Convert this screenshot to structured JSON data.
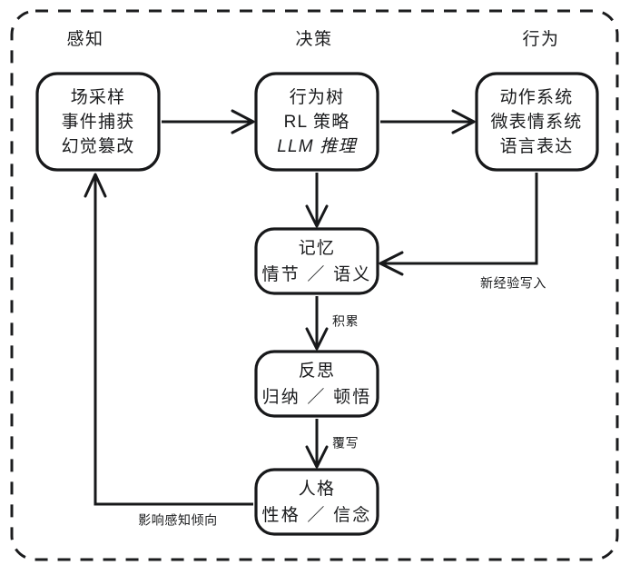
{
  "diagram": {
    "title_visible": false,
    "frame": {
      "style": "dashed-rounded-rectangle",
      "color": "#1b1c1e"
    },
    "ink_color": "#17181a",
    "background_color": "#ffffff",
    "column_headers": [
      {
        "id": "perception",
        "label": "感知"
      },
      {
        "id": "decision",
        "label": "决策"
      },
      {
        "id": "behavior",
        "label": "行为"
      }
    ],
    "nodes": [
      {
        "id": "perception",
        "lines": [
          "场采样",
          "事件捕获",
          "幻觉篡改"
        ],
        "styles": [
          "normal",
          "normal",
          "normal"
        ]
      },
      {
        "id": "decision",
        "lines": [
          "行为树",
          "RL 策略",
          "LLM 推理"
        ],
        "styles": [
          "normal",
          "normal",
          "italic"
        ]
      },
      {
        "id": "behavior",
        "lines": [
          "动作系统",
          "微表情系统",
          "语言表达"
        ],
        "styles": [
          "normal",
          "normal",
          "normal"
        ]
      },
      {
        "id": "memory",
        "lines": [
          "记忆",
          "情节 ／ 语义"
        ],
        "styles": [
          "normal",
          "spaced"
        ]
      },
      {
        "id": "reflection",
        "lines": [
          "反思",
          "归纳 ／ 顿悟"
        ],
        "styles": [
          "normal",
          "spaced"
        ]
      },
      {
        "id": "personality",
        "lines": [
          "人格",
          "性格 ／ 信念"
        ],
        "styles": [
          "normal",
          "spaced"
        ]
      }
    ],
    "edges": [
      {
        "id": "perception-to-decision",
        "label": ""
      },
      {
        "id": "decision-to-behavior",
        "label": ""
      },
      {
        "id": "decision-to-memory",
        "label": ""
      },
      {
        "id": "behavior-to-memory",
        "label": "新经验写入"
      },
      {
        "id": "memory-to-reflection",
        "label": "积累"
      },
      {
        "id": "reflection-to-personality",
        "label": "覆写"
      },
      {
        "id": "personality-to-perception",
        "label": "影响感知倾向"
      }
    ]
  }
}
